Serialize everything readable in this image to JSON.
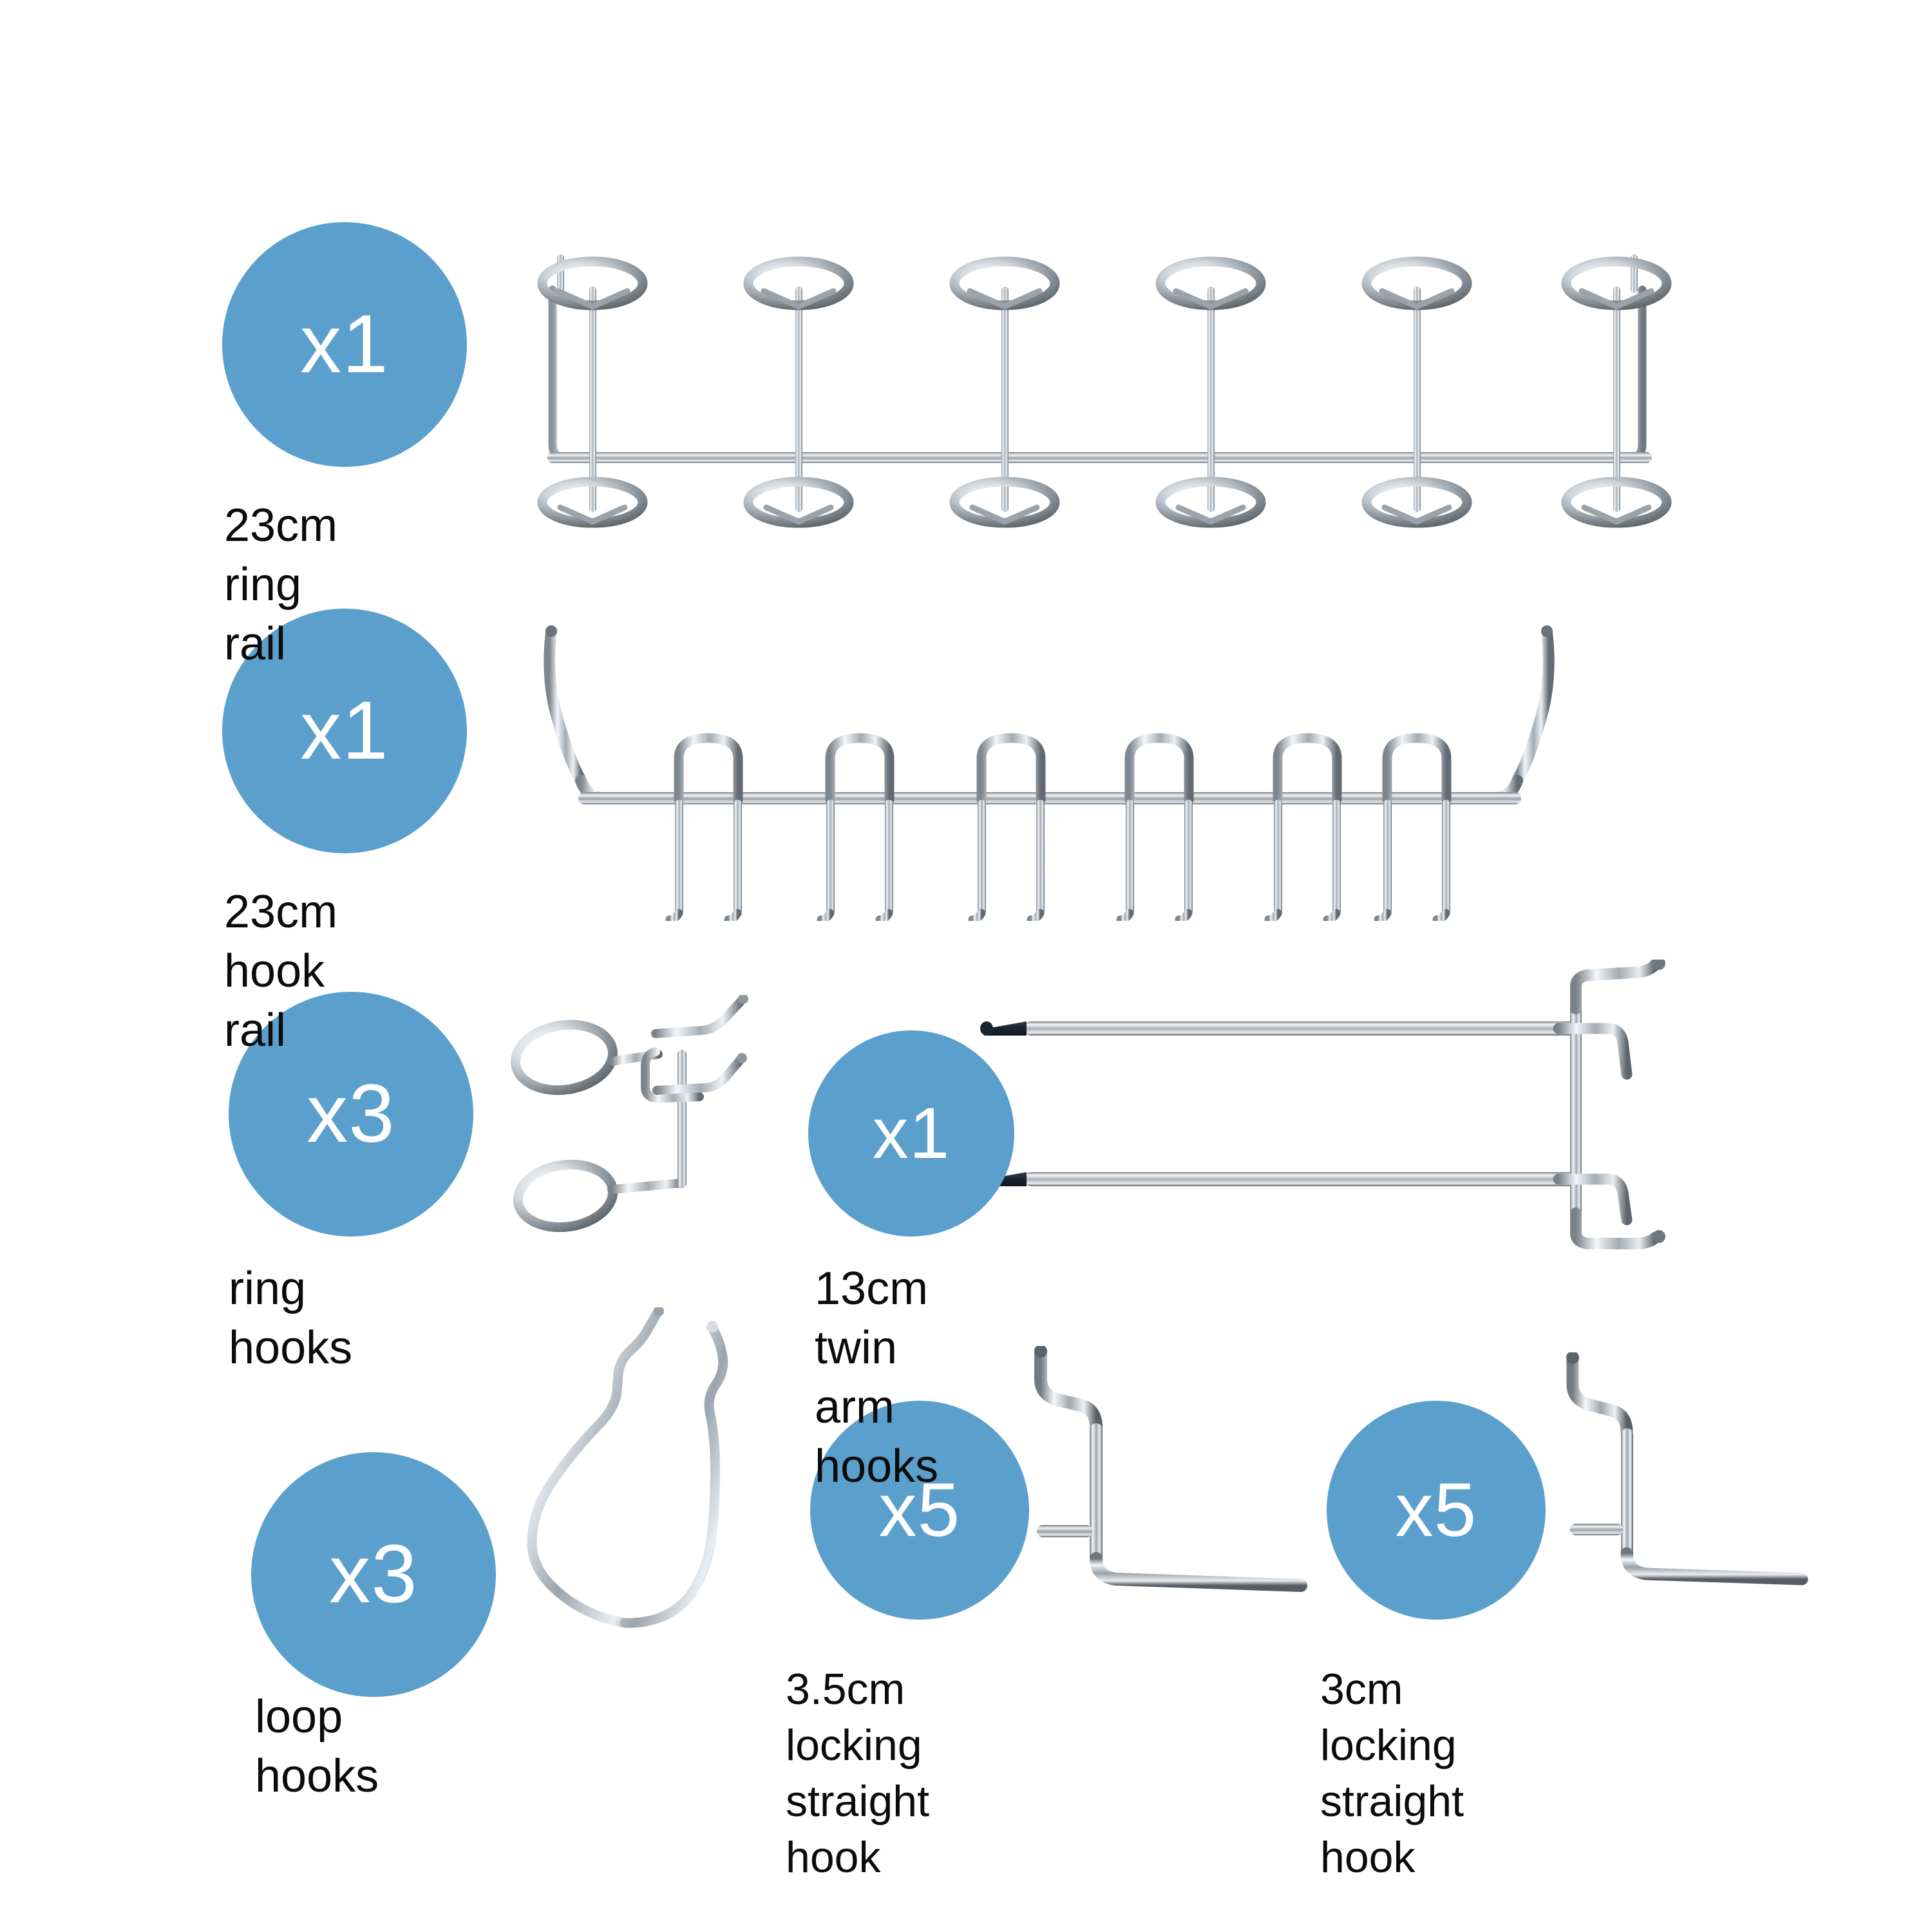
{
  "page": {
    "background_color": "#ffffff",
    "accent_color": "#5b9fcc",
    "text_color": "#0b0b0b",
    "badge_text_color": "#ffffff",
    "chrome_color": "#b9c0c6",
    "tip_color": "#1c2433"
  },
  "items": [
    {
      "id": "ring-rail",
      "quantity_badge": "x1",
      "caption": "23cm ring rail",
      "art": "ring-rail-photo",
      "ring_count_top": 6,
      "ring_count_bottom": 6
    },
    {
      "id": "hook-rail",
      "quantity_badge": "x1",
      "caption": "23cm hook rail",
      "art": "hook-rail-photo",
      "hook_count": 6
    },
    {
      "id": "ring-hooks",
      "quantity_badge": "x3",
      "caption": "ring hooks",
      "art": "ring-hook-photo",
      "ring_count": 2
    },
    {
      "id": "twin-arm-hooks",
      "quantity_badge": "x1",
      "caption": "13cm twin arm hooks",
      "art": "twin-arm-hook-photo",
      "arm_count": 2
    },
    {
      "id": "loop-hooks",
      "quantity_badge": "x3",
      "caption": "loop hooks",
      "art": "loop-hook-photo"
    },
    {
      "id": "locking-straight-hook-35",
      "quantity_badge": "x5",
      "caption": "3.5cm locking\nstraight hook",
      "art": "locking-straight-hook-photo"
    },
    {
      "id": "locking-straight-hook-30",
      "quantity_badge": "x5",
      "caption": "3cm locking\nstraight hook",
      "art": "locking-straight-hook-photo"
    }
  ]
}
